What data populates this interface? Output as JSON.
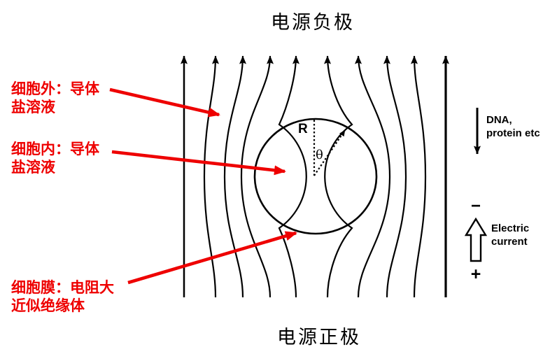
{
  "titles": {
    "top": "电源负极",
    "bottom": "电源正极"
  },
  "labels": {
    "extracellular": {
      "line1": "细胞外：导体",
      "line2": "盐溶液"
    },
    "intracellular": {
      "line1": "细胞内：导体",
      "line2": "盐溶液"
    },
    "membrane": {
      "line1": "细胞膜：电阻大",
      "line2": "近似绝缘体"
    }
  },
  "cell": {
    "radius_label": "R",
    "angle_label": "θ"
  },
  "right_panel": {
    "dna": {
      "line1": "DNA,",
      "line2": "protein etc"
    },
    "minus": "−",
    "current": {
      "line1": "Electric",
      "line2": "current"
    },
    "plus": "+"
  },
  "colors": {
    "annotation_red": "#ee0000",
    "ink": "#000000"
  }
}
